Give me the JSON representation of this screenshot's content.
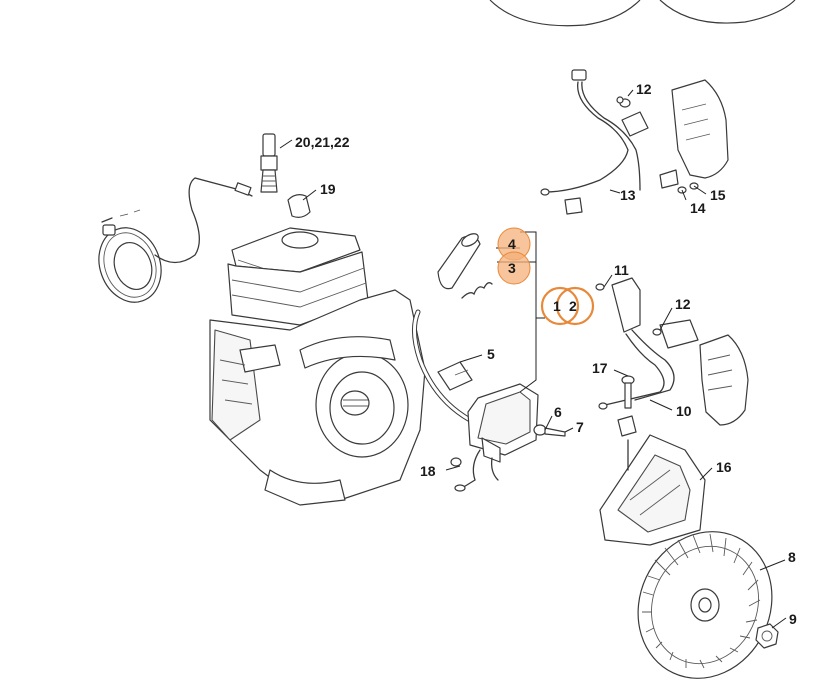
{
  "diagram": {
    "callouts": {
      "c1": "1",
      "c2": "2",
      "c3": "3",
      "c4": "4",
      "c5": "5",
      "c6": "6",
      "c7": "7",
      "c8": "8",
      "c9": "9",
      "c10": "10",
      "c11": "11",
      "c12a": "12",
      "c12b": "12",
      "c13": "13",
      "c14": "14",
      "c15": "15",
      "c16": "16",
      "c17": "17",
      "c18": "18",
      "c19": "19",
      "c20_22": "20,21,22"
    },
    "highlight_color": "#f4b07a",
    "highlight_ring_color": "#e8893a"
  }
}
